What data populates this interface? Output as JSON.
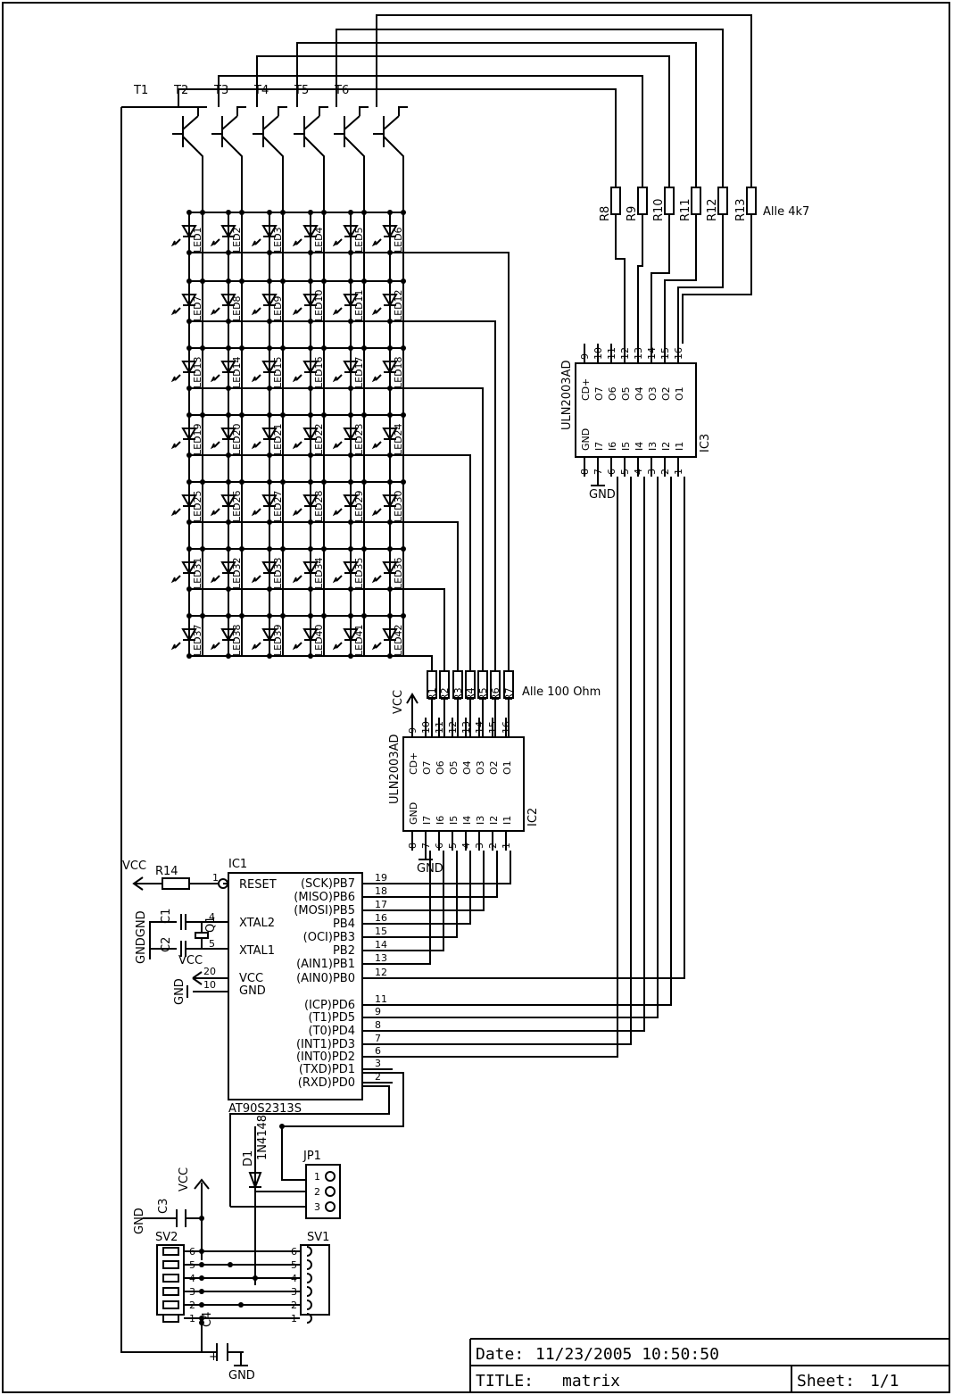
{
  "transistors": [
    "T1",
    "T2",
    "T3",
    "T4",
    "T5",
    "T6"
  ],
  "col_resistors": [
    "R8",
    "R9",
    "R10",
    "R11",
    "R12",
    "R13"
  ],
  "col_resistor_note": "Alle 4k7",
  "row_resistors": [
    "R1",
    "R2",
    "R3",
    "R4",
    "R5",
    "R6",
    "R7"
  ],
  "row_resistor_note": "Alle 100 Ohm",
  "leds": [
    "LED1",
    "LED2",
    "LED3",
    "LED4",
    "LED5",
    "LED6",
    "LED7",
    "LED8",
    "LED9",
    "LED10",
    "LED11",
    "LED12",
    "LED13",
    "LED14",
    "LED15",
    "LED16",
    "LED17",
    "LED18",
    "LED19",
    "LED20",
    "LED21",
    "LED22",
    "LED23",
    "LED24",
    "LED25",
    "LED26",
    "LED27",
    "LED28",
    "LED29",
    "LED30",
    "LED31",
    "LED32",
    "LED33",
    "LED34",
    "LED35",
    "LED36",
    "LED37",
    "LED38",
    "LED39",
    "LED40",
    "LED41",
    "LED42"
  ],
  "uln": {
    "part": "ULN2003AD",
    "top_pins": [
      "9",
      "10",
      "11",
      "12",
      "13",
      "14",
      "15",
      "16"
    ],
    "top_labels": [
      "CD+",
      "O7",
      "O6",
      "O5",
      "O4",
      "O3",
      "O2",
      "O1"
    ],
    "bottom_pins": [
      "8",
      "7",
      "6",
      "5",
      "4",
      "3",
      "2",
      "1"
    ],
    "bottom_labels": [
      "GND",
      "I7",
      "I6",
      "I5",
      "I4",
      "I3",
      "I2",
      "I1"
    ],
    "ic2": "IC2",
    "ic3": "IC3"
  },
  "mcu": {
    "ref": "IC1",
    "part": "AT90S2313S",
    "left_pins": [
      {
        "num": "1",
        "label": "RESET"
      },
      {
        "num": "4",
        "label": "XTAL2"
      },
      {
        "num": "5",
        "label": "XTAL1"
      },
      {
        "num": "20",
        "label": "VCC"
      },
      {
        "num": "10",
        "label": "GND"
      }
    ],
    "right_pins": [
      {
        "num": "19",
        "label": "(SCK)PB7"
      },
      {
        "num": "18",
        "label": "(MISO)PB6"
      },
      {
        "num": "17",
        "label": "(MOSI)PB5"
      },
      {
        "num": "16",
        "label": "PB4"
      },
      {
        "num": "15",
        "label": "(OCI)PB3"
      },
      {
        "num": "14",
        "label": "PB2"
      },
      {
        "num": "13",
        "label": "(AIN1)PB1"
      },
      {
        "num": "12",
        "label": "(AIN0)PB0"
      },
      {
        "num": "11",
        "label": "(ICP)PD6"
      },
      {
        "num": "9",
        "label": "(T1)PD5"
      },
      {
        "num": "8",
        "label": "(T0)PD4"
      },
      {
        "num": "7",
        "label": "(INT1)PD3"
      },
      {
        "num": "6",
        "label": "(INT0)PD2"
      },
      {
        "num": "3",
        "label": "(TXD)PD1"
      },
      {
        "num": "2",
        "label": "(RXD)PD0"
      }
    ]
  },
  "misc": {
    "vcc": "VCC",
    "gnd": "GND",
    "gndgnd": "GNDGND",
    "r14": "R14",
    "c1": "C1",
    "c2": "C2",
    "q1": "Q1",
    "c3": "C3",
    "c4": "C4",
    "d1": "D1",
    "d1_part": "1N4148",
    "jp1": "JP1",
    "jp_pins": [
      "1",
      "2",
      "3"
    ],
    "sv1": "SV1",
    "sv2": "SV2",
    "sv_pins": [
      "6",
      "5",
      "4",
      "3",
      "2",
      "1"
    ],
    "plus": "+"
  },
  "titleblock": {
    "date_label": "Date:",
    "date_value": "11/23/2005 10:50:50",
    "title_label": "TITLE:",
    "title_value": "matrix",
    "sheet_label": "Sheet:",
    "sheet_value": "1/1"
  }
}
